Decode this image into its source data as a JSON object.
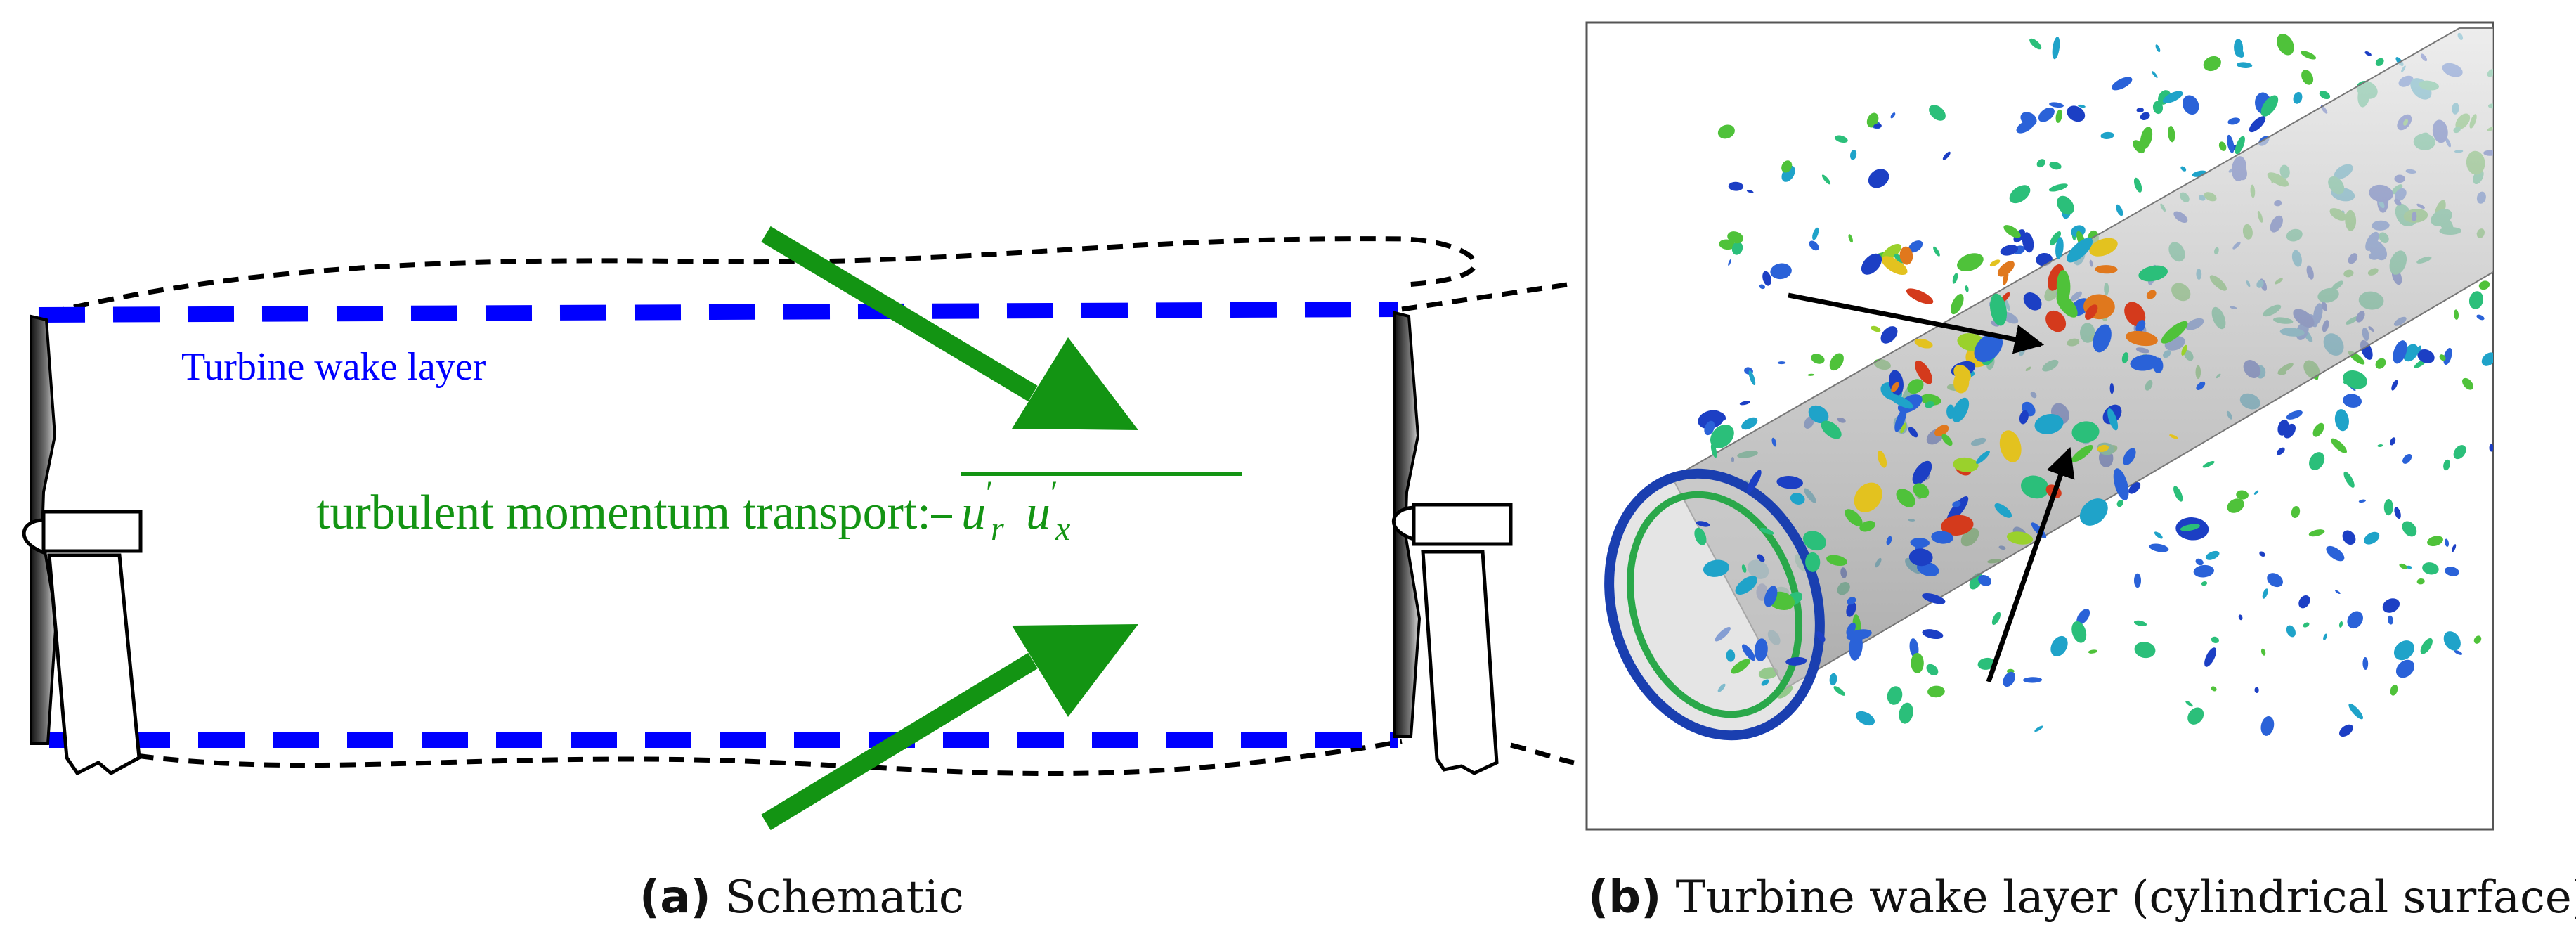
{
  "panel_a": {
    "wake_label": "Turbine wake layer",
    "transport_label": "turbulent momentum transport:",
    "caption_tag": "(a)",
    "caption_text": "Schematic"
  },
  "panel_b": {
    "caption_tag": "(b)",
    "caption_text": "Turbine wake layer (cylindrical surface)"
  },
  "colors": {
    "wake_layer": "#0000ff",
    "transport": "#139413",
    "envelope": "#000000"
  }
}
